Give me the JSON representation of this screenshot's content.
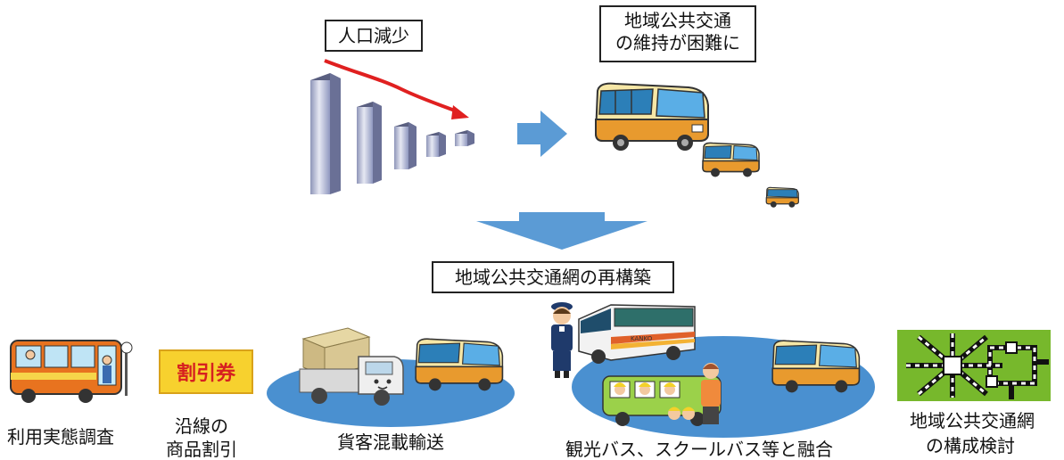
{
  "labels": {
    "population_decline": "人口減少",
    "transit_difficulty_line1": "地域公共交通",
    "transit_difficulty_line2": "の維持が困難に",
    "network_rebuild": "地域公共交通網の再構築"
  },
  "bottom_items": {
    "usage_survey": "利用実態調査",
    "discount_line1": "沿線の",
    "discount_line2": "商品割引",
    "discount_ticket": "割引券",
    "mixed_transport": "貨客混載輸送",
    "tour_school_bus": "観光バス、スクールバス等と融合",
    "network_study_line1": "地域公共交通網",
    "network_study_line2": "の構成検討"
  },
  "bus_side_text": "KANKO",
  "colors": {
    "arrow_blue": "#5b9bd5",
    "ellipse_blue": "#4a90d0",
    "decline_red": "#e02020",
    "bus_orange": "#e89a2e",
    "bus_cream": "#f6e7a6",
    "green_map": "#77b82c",
    "ticket_yellow": "#f7d12e",
    "ticket_red": "#d62020"
  },
  "icons": [
    "bar-chart-decline-icon",
    "right-arrow-icon",
    "down-arrow-icon",
    "bus-icon",
    "local-bus-icon",
    "discount-ticket-icon",
    "delivery-truck-icon",
    "tour-bus-icon",
    "bus-guide-icon",
    "school-bus-icon",
    "network-map-icon"
  ]
}
